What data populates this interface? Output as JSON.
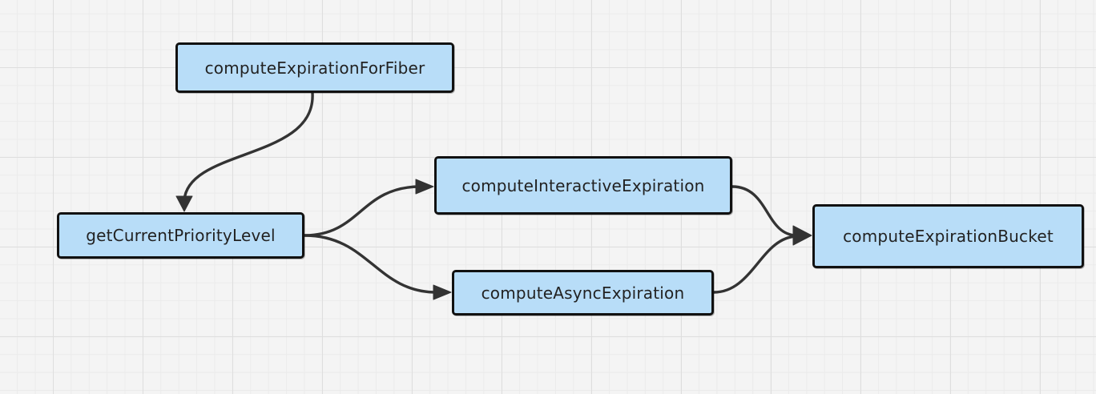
{
  "diagram": {
    "nodes": {
      "compute_expiration_for_fiber": "computeExpirationForFiber",
      "get_current_priority_level": "getCurrentPriorityLevel",
      "compute_interactive_expiration": "computeInteractiveExpiration",
      "compute_async_expiration": "computeAsyncExpiration",
      "compute_expiration_bucket": "computeExpirationBucket"
    },
    "edges": [
      {
        "from": "computeExpirationForFiber",
        "to": "getCurrentPriorityLevel"
      },
      {
        "from": "getCurrentPriorityLevel",
        "to": "computeInteractiveExpiration"
      },
      {
        "from": "getCurrentPriorityLevel",
        "to": "computeAsyncExpiration"
      },
      {
        "from": "computeInteractiveExpiration",
        "to": "computeExpirationBucket"
      },
      {
        "from": "computeAsyncExpiration",
        "to": "computeExpirationBucket"
      }
    ],
    "colors": {
      "node_fill": "#b8ddf8",
      "node_border": "#111111",
      "edge": "#333333",
      "background": "#f4f4f4",
      "grid": "#dedede"
    }
  }
}
